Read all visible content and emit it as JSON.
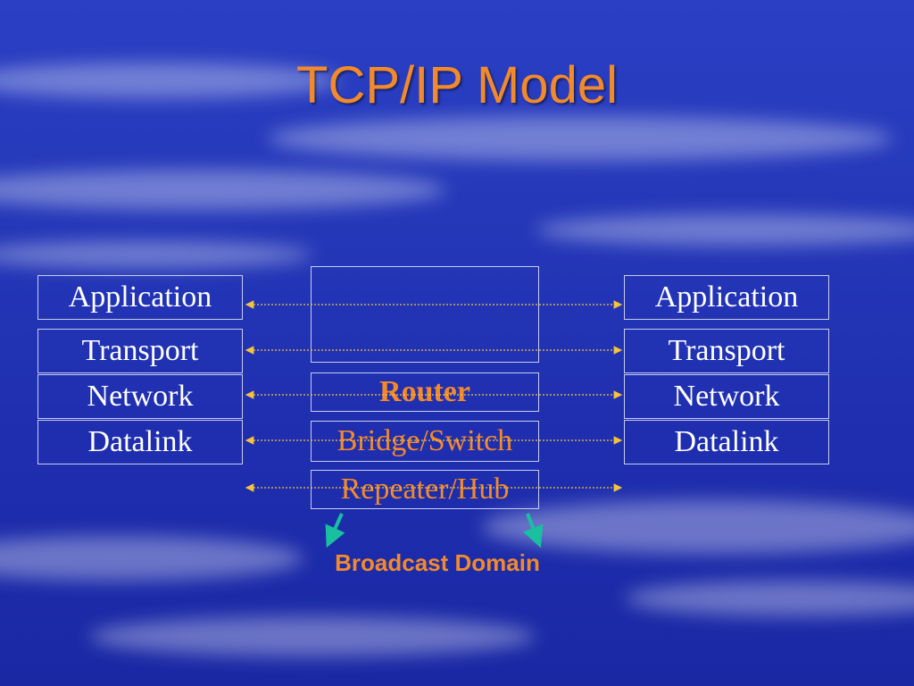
{
  "title": "TCP/IP Model",
  "left_stack": [
    "Application",
    "Transport",
    "Network",
    "Datalink"
  ],
  "right_stack": [
    "Application",
    "Transport",
    "Network",
    "Datalink"
  ],
  "devices": {
    "router": "Router",
    "bridge_switch": "Bridge/Switch",
    "repeater_hub": "Repeater/Hub"
  },
  "broadcast_label": "Broadcast Domain",
  "colors": {
    "accent_text": "#f28a2c",
    "layer_text": "#ffffff",
    "arrow_dotted": "#f5c33b",
    "broadcast_arrow": "#18c0a0"
  }
}
